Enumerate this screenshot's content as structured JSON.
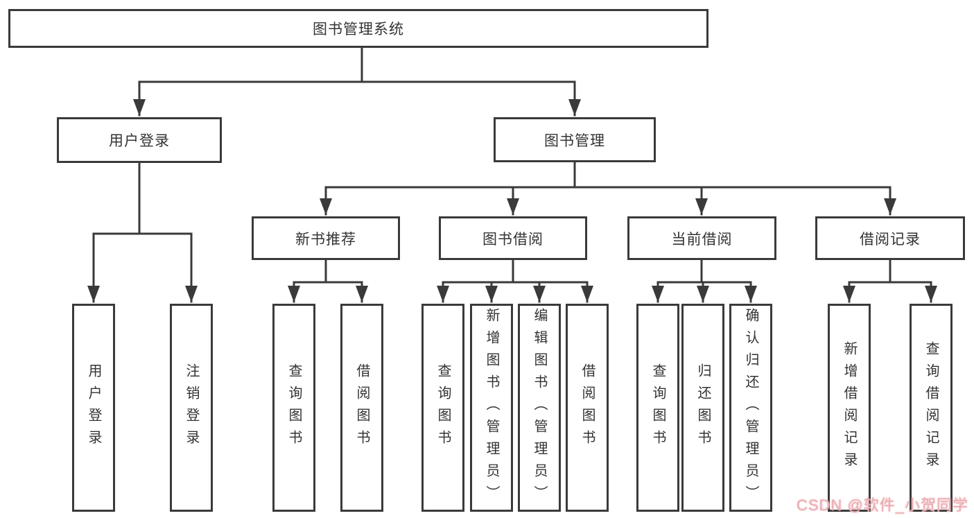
{
  "colors": {
    "background": "#ffffff",
    "line": "#3a3a3a",
    "box_border": "#3a3a3a",
    "text": "#333333",
    "watermark_pink": "#e9aab0"
  },
  "diagram": {
    "root": {
      "label": "图书管理系统"
    },
    "branches": [
      {
        "label": "用户登录"
      },
      {
        "label": "图书管理"
      }
    ],
    "modules": [
      {
        "label": "新书推荐"
      },
      {
        "label": "图书借阅"
      },
      {
        "label": "当前借阅"
      },
      {
        "label": "借阅记录"
      }
    ],
    "leaves": [
      {
        "label": "用户登录"
      },
      {
        "label": "注销登录"
      },
      {
        "label": "查询图书"
      },
      {
        "label": "借阅图书"
      },
      {
        "label": "查询图书"
      },
      {
        "label": "新增图书（管理员）"
      },
      {
        "label": "编辑图书（管理员）"
      },
      {
        "label": "借阅图书"
      },
      {
        "label": "查询图书"
      },
      {
        "label": "归还图书"
      },
      {
        "label": "确认归还（管理员）"
      },
      {
        "label": "新增借阅记录"
      },
      {
        "label": "查询借阅记录"
      }
    ]
  },
  "watermark": {
    "text": "CSDN @软件_小贺同学"
  }
}
